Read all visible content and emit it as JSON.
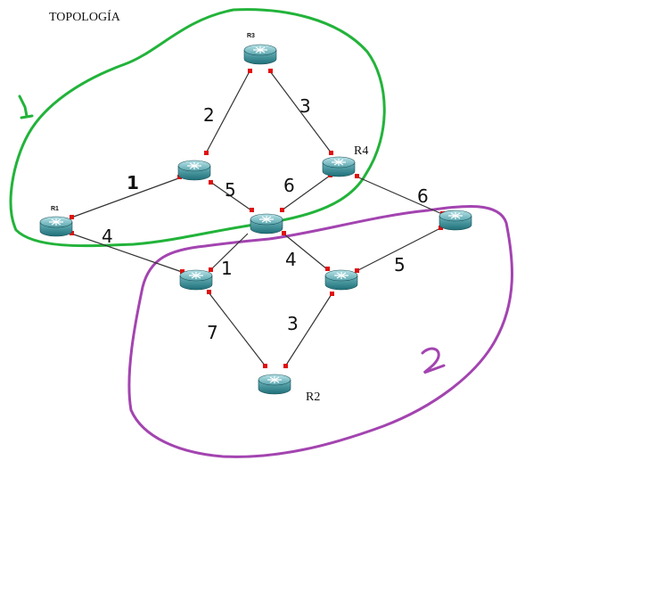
{
  "title": "TOPOLOGÍA",
  "colors": {
    "area1": "#22b33a",
    "area2": "#a344b0",
    "link": "#333333",
    "port": "#e01010"
  },
  "areas": [
    {
      "id": "area1",
      "label": "1"
    },
    {
      "id": "area2",
      "label": "2"
    }
  ],
  "routers": {
    "r1": {
      "label": "R1"
    },
    "r2": {
      "label": "R2"
    },
    "r3": {
      "label": "R3"
    },
    "r4": {
      "label": "R4"
    },
    "r5": {
      "label": ""
    },
    "r6": {
      "label": ""
    },
    "r7": {
      "label": ""
    },
    "r8": {
      "label": ""
    },
    "r9": {
      "label": ""
    }
  },
  "link_costs": {
    "r1_r5": "1",
    "r5_r3": "2",
    "r3_r4": "3",
    "r5_r6": "5",
    "r6_r4": "6",
    "r4_r9": "6",
    "r1_r7": "4",
    "r6_r7": "1",
    "r6_r8": "4",
    "r8_r9": "5",
    "r7_r2": "7",
    "r8_r2": "3"
  }
}
